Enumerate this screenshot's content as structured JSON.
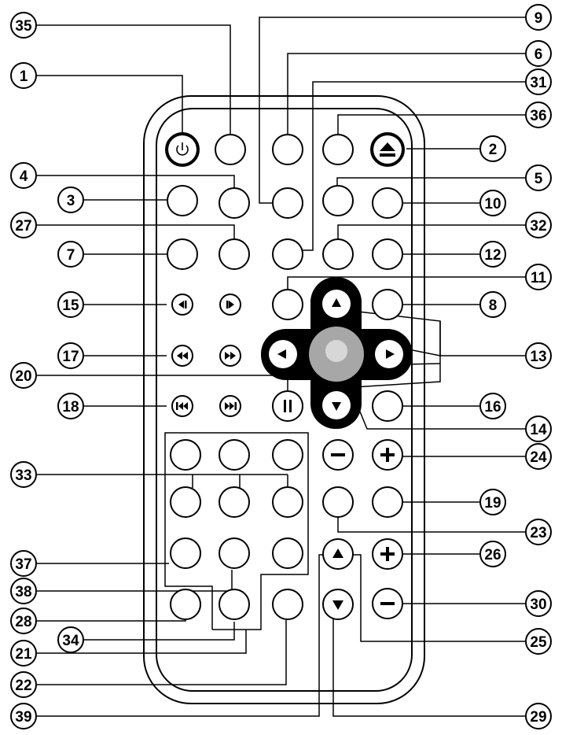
{
  "callouts": {
    "left": [
      "35",
      "1",
      "4",
      "3",
      "27",
      "7",
      "15",
      "17",
      "20",
      "18",
      "33",
      "37",
      "38",
      "28",
      "34",
      "21",
      "22",
      "39"
    ],
    "right": [
      "9",
      "6",
      "31",
      "36",
      "2",
      "5",
      "10",
      "32",
      "12",
      "11",
      "8",
      "13",
      "16",
      "14",
      "24",
      "19",
      "23",
      "26",
      "30",
      "25",
      "29"
    ]
  },
  "icons": {
    "power": "power-icon",
    "eject": "eject-icon",
    "step_back": "step-back-icon",
    "step_forward": "step-forward-icon",
    "rewind": "rewind-icon",
    "fast_forward": "fast-forward-icon",
    "previous": "previous-icon",
    "next": "next-icon",
    "pause": "pause-icon",
    "up": "arrow-up-icon",
    "down": "arrow-down-icon",
    "left": "arrow-left-icon",
    "right": "arrow-right-icon",
    "plus": "plus-icon",
    "minus": "minus-icon"
  },
  "colors": {
    "ink": "#000000",
    "enter_ring": "#a7a7a7",
    "enter_center": "#d7d7d7"
  }
}
